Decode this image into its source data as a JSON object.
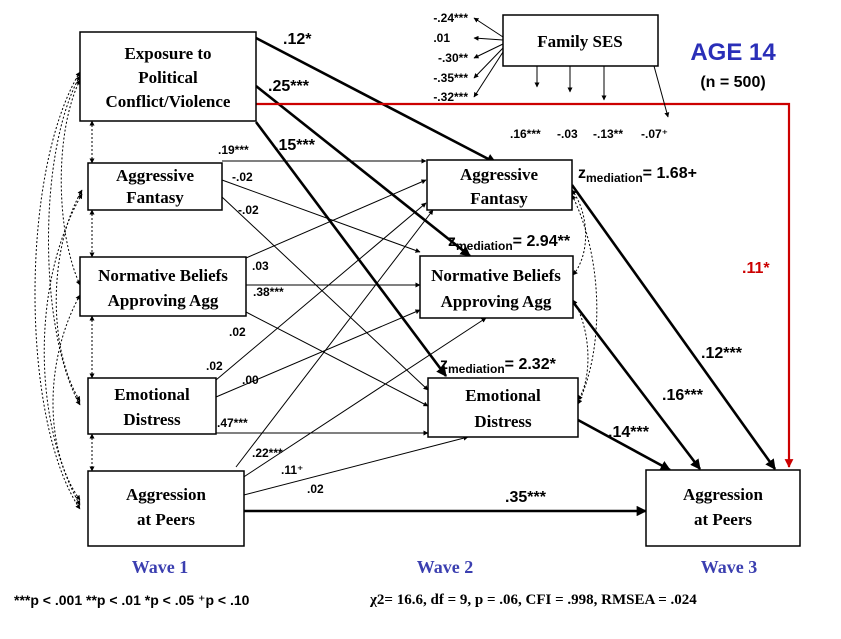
{
  "header": {
    "age_title": "AGE 14",
    "sample": "(n = 500)",
    "title_color": "#2a2fb8"
  },
  "nodes": {
    "exposure": [
      "Exposure to",
      "Political",
      "Conflict/Violence"
    ],
    "family_ses": [
      "Family SES"
    ],
    "w1_fantasy": [
      "Aggressive",
      "Fantasy"
    ],
    "w1_beliefs": [
      "Normative Beliefs",
      "Approving Agg"
    ],
    "w1_distress": [
      "Emotional",
      "Distress"
    ],
    "w1_aggression": [
      "Aggression",
      "at Peers"
    ],
    "w2_fantasy": [
      "Aggressive",
      "Fantasy"
    ],
    "w2_beliefs": [
      "Normative Beliefs",
      "Approving Agg"
    ],
    "w2_distress": [
      "Emotional",
      "Distress"
    ],
    "w3_aggression": [
      "Aggression",
      "at Peers"
    ]
  },
  "waves": {
    "w1": "Wave 1",
    "w2": "Wave 2",
    "w3": "Wave 3"
  },
  "ses_left_coefs": [
    "-.24***",
    ".01",
    "-.30**",
    "-.35***",
    "-.32***"
  ],
  "ses_bottom_coefs": [
    ".16***",
    "-.03",
    "-.13**",
    "-.07⁺"
  ],
  "coefficients": {
    "exp_to_fantasy": ".12*",
    "exp_to_beliefs": ".25***",
    "exp_to_distress": ".15***",
    "exp_to_w3": ".11*",
    "stab_fantasy": ".19***",
    "fantasy_to_beliefs": "-.02",
    "fantasy_to_distress": "-.02",
    "beliefs_to_fantasy": ".03",
    "stab_beliefs": ".38***",
    "beliefs_to_distress": ".02",
    "distress_to_fantasy": ".02",
    "distress_to_beliefs": ".00",
    "stab_distress": ".47***",
    "agg_to_fantasy": ".22***",
    "agg_to_beliefs": ".11⁺",
    "agg_to_distress": ".02",
    "stab_aggression": ".35***",
    "w2_fantasy_to_w3": ".12***",
    "w2_beliefs_to_w3": ".16***",
    "w2_distress_to_w3": ".14***"
  },
  "mediation": [
    {
      "symbol": "z",
      "subscript": "mediation",
      "value": "= 1.68+"
    },
    {
      "symbol": "z",
      "subscript": "mediation",
      "value": "= 2.94**"
    },
    {
      "symbol": "z",
      "subscript": "mediation",
      "value": "= 2.32*"
    }
  ],
  "footer": {
    "significance": "***p < .001  **p < .01  *p < .05  ⁺p < .10",
    "fit": "χ2= 16.6, df = 9, p = .06, CFI = .998, RMSEA = .024"
  },
  "colors": {
    "exposure_path": "#cc0000",
    "wave_label": "#3b3fb0"
  }
}
